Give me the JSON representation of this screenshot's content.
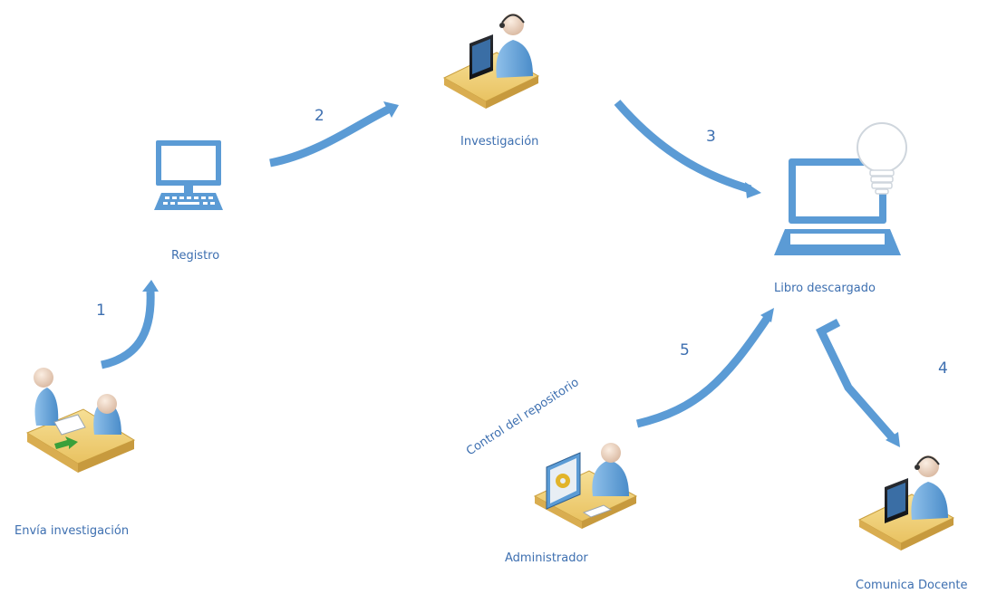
{
  "nodes": {
    "sender": {
      "label": "Envía investigación",
      "icon": "person-handing-document-icon"
    },
    "registry": {
      "label": "Registro",
      "icon": "computer-monitor-icon"
    },
    "research": {
      "label": "Investigación",
      "icon": "person-at-computer-icon"
    },
    "book": {
      "label": "Libro descargado",
      "icon": "laptop-lightbulb-icon"
    },
    "admin": {
      "label": "Administrador",
      "icon": "admin-at-computer-icon"
    },
    "teacher": {
      "label": "Comunica Docente",
      "icon": "person-at-computer-icon"
    }
  },
  "edges": {
    "e1": {
      "label": "1"
    },
    "e2": {
      "label": "2"
    },
    "e3": {
      "label": "3"
    },
    "e4": {
      "label": "4"
    },
    "e5": {
      "label": "5",
      "caption": "Control del repositorio"
    }
  },
  "colors": {
    "accent": "#5b9bd5",
    "text": "#3d6fb0",
    "desk": "#f0d27a",
    "skin": "#f3ddc8"
  }
}
